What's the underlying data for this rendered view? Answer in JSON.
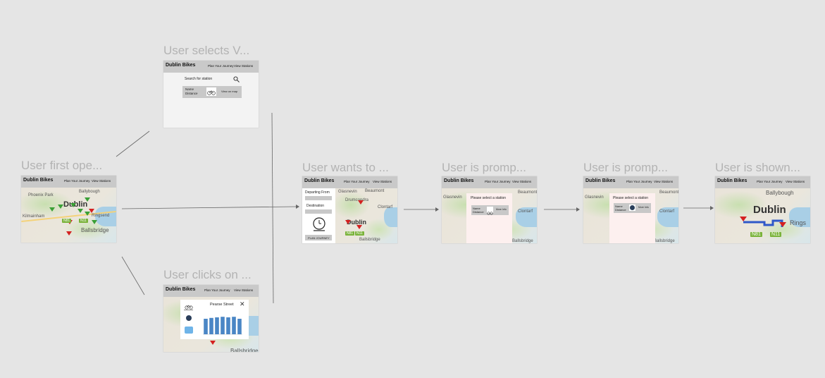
{
  "titles": {
    "f1": "User first ope...",
    "f2": "User selects V...",
    "f3": "User clicks on ...",
    "f4": "User wants to ...",
    "f5": "User is promp...",
    "f6": "User is promp...",
    "f7": "User is shown..."
  },
  "navbar": {
    "brand": "Dublin Bikes",
    "plan": "Plan Your Journey",
    "view": "View Stations"
  },
  "map_labels": {
    "dublin": "Dublin",
    "phoenix": "Phoenix Park",
    "kilmainham": "Kilmainham",
    "ballsbridge": "Ballsbridge",
    "ballybough": "Ballybough",
    "ringsend": "Ringsend",
    "clontarf": "Clontarf",
    "beaumont": "Beaumont",
    "drumcondra": "Drumcondra",
    "glasnevin": "Glasnevin",
    "shields": [
      "N81",
      "N11"
    ],
    "dublin_big": "Dublin",
    "rings": "Rings"
  },
  "view_stations": {
    "search_placeholder": "Search for station",
    "name_label": "Name",
    "distance_label": "Distance",
    "view_on_map": "View on map"
  },
  "station_popup": {
    "title": "Pearse Street"
  },
  "plan_journey": {
    "departing_from": "Departing From",
    "destination": "Destination",
    "button": "PLAN JOURNEY"
  },
  "prompt": {
    "text": "Please select a station",
    "name_label": "Name",
    "distance_label": "Distance",
    "more_info": "More Info"
  },
  "chart_data": {
    "type": "bar",
    "values": [
      55,
      58,
      60,
      62,
      60,
      62,
      55
    ],
    "color": "#4a86c5"
  }
}
